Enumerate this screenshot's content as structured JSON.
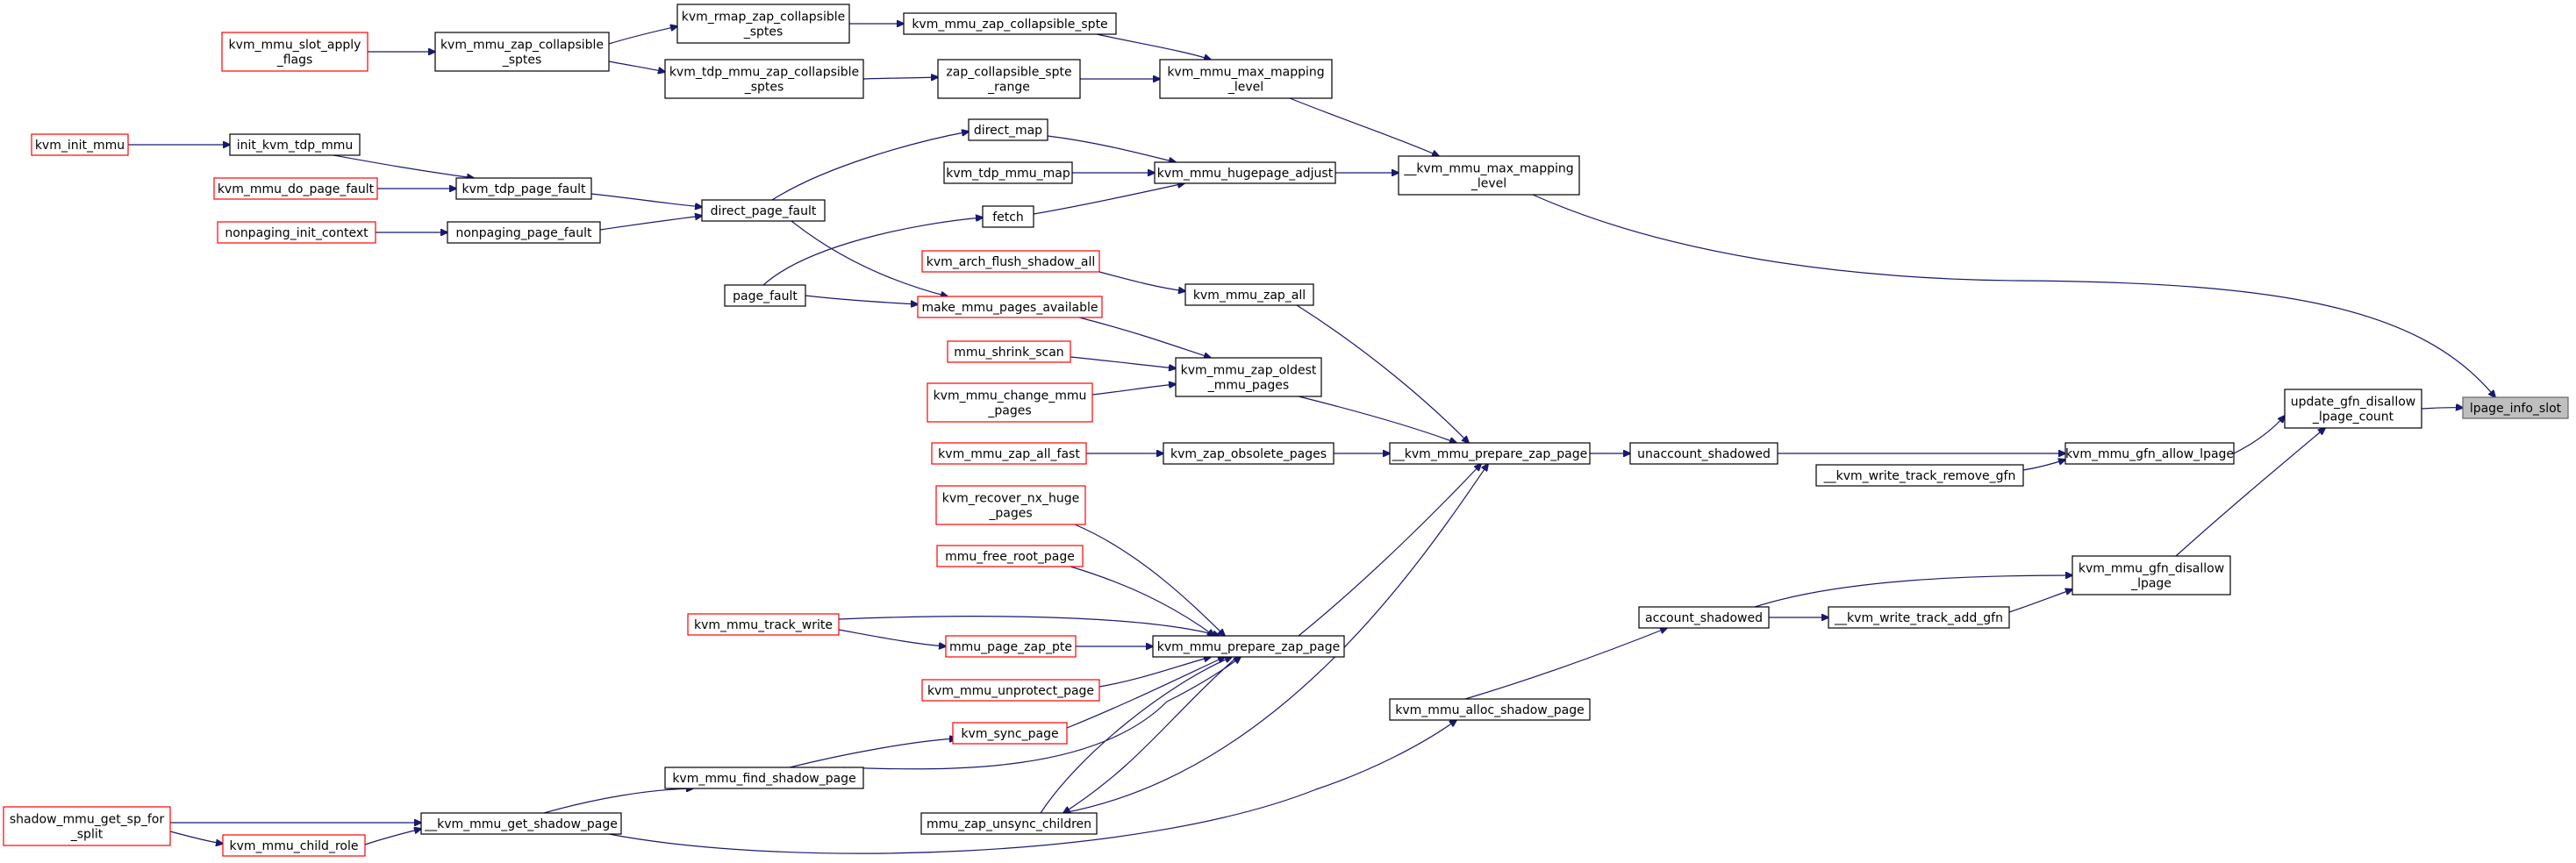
{
  "nodes": [
    {
      "id": "lpage_info_slot",
      "lines": [
        "lpage_info_slot"
      ],
      "style": "root"
    },
    {
      "id": "update_gfn_disallow_lpage_count",
      "lines": [
        "update_gfn_disallow",
        "_lpage_count"
      ],
      "style": "normal"
    },
    {
      "id": "kvm_mmu_gfn_allow_lpage",
      "lines": [
        "kvm_mmu_gfn_allow_lpage"
      ],
      "style": "normal"
    },
    {
      "id": "kvm_mmu_gfn_disallow_lpage",
      "lines": [
        "kvm_mmu_gfn_disallow",
        "_lpage"
      ],
      "style": "normal"
    },
    {
      "id": "__kvm_mmu_max_mapping_level",
      "lines": [
        "__kvm_mmu_max_mapping",
        "_level"
      ],
      "style": "normal"
    },
    {
      "id": "kvm_mmu_max_mapping_level",
      "lines": [
        "kvm_mmu_max_mapping",
        "_level"
      ],
      "style": "normal"
    },
    {
      "id": "kvm_mmu_hugepage_adjust",
      "lines": [
        "kvm_mmu_hugepage_adjust"
      ],
      "style": "normal"
    },
    {
      "id": "kvm_mmu_zap_collapsible_spte",
      "lines": [
        "kvm_mmu_zap_collapsible_spte"
      ],
      "style": "normal"
    },
    {
      "id": "zap_collapsible_spte_range",
      "lines": [
        "zap_collapsible_spte",
        "_range"
      ],
      "style": "normal"
    },
    {
      "id": "kvm_rmap_zap_collapsible_sptes",
      "lines": [
        "kvm_rmap_zap_collapsible",
        "_sptes"
      ],
      "style": "normal"
    },
    {
      "id": "kvm_tdp_mmu_zap_collapsible_sptes",
      "lines": [
        "kvm_tdp_mmu_zap_collapsible",
        "_sptes"
      ],
      "style": "normal"
    },
    {
      "id": "kvm_mmu_zap_collapsible_sptes",
      "lines": [
        "kvm_mmu_zap_collapsible",
        "_sptes"
      ],
      "style": "normal"
    },
    {
      "id": "kvm_mmu_slot_apply_flags",
      "lines": [
        "kvm_mmu_slot_apply",
        "_flags"
      ],
      "style": "red"
    },
    {
      "id": "direct_map",
      "lines": [
        "direct_map"
      ],
      "style": "normal"
    },
    {
      "id": "kvm_tdp_mmu_map",
      "lines": [
        "kvm_tdp_mmu_map"
      ],
      "style": "normal"
    },
    {
      "id": "fetch",
      "lines": [
        "fetch"
      ],
      "style": "normal"
    },
    {
      "id": "direct_page_fault",
      "lines": [
        "direct_page_fault"
      ],
      "style": "normal"
    },
    {
      "id": "page_fault",
      "lines": [
        "page_fault"
      ],
      "style": "normal"
    },
    {
      "id": "kvm_tdp_page_fault",
      "lines": [
        "kvm_tdp_page_fault"
      ],
      "style": "normal"
    },
    {
      "id": "nonpaging_page_fault",
      "lines": [
        "nonpaging_page_fault"
      ],
      "style": "normal"
    },
    {
      "id": "init_kvm_tdp_mmu",
      "lines": [
        "init_kvm_tdp_mmu"
      ],
      "style": "normal"
    },
    {
      "id": "kvm_init_mmu",
      "lines": [
        "kvm_init_mmu"
      ],
      "style": "red"
    },
    {
      "id": "kvm_mmu_do_page_fault",
      "lines": [
        "kvm_mmu_do_page_fault"
      ],
      "style": "red"
    },
    {
      "id": "nonpaging_init_context",
      "lines": [
        "nonpaging_init_context"
      ],
      "style": "red"
    },
    {
      "id": "unaccount_shadowed",
      "lines": [
        "unaccount_shadowed"
      ],
      "style": "normal"
    },
    {
      "id": "__kvm_write_track_remove_gfn",
      "lines": [
        "__kvm_write_track_remove_gfn"
      ],
      "style": "normal"
    },
    {
      "id": "__kvm_mmu_prepare_zap_page",
      "lines": [
        "__kvm_mmu_prepare_zap_page"
      ],
      "style": "normal"
    },
    {
      "id": "kvm_mmu_zap_all",
      "lines": [
        "kvm_mmu_zap_all"
      ],
      "style": "normal"
    },
    {
      "id": "kvm_mmu_zap_oldest_mmu_pages",
      "lines": [
        "kvm_mmu_zap_oldest",
        "_mmu_pages"
      ],
      "style": "normal"
    },
    {
      "id": "kvm_zap_obsolete_pages",
      "lines": [
        "kvm_zap_obsolete_pages"
      ],
      "style": "normal"
    },
    {
      "id": "kvm_mmu_prepare_zap_page",
      "lines": [
        "kvm_mmu_prepare_zap_page"
      ],
      "style": "normal"
    },
    {
      "id": "mmu_zap_unsync_children",
      "lines": [
        "mmu_zap_unsync_children"
      ],
      "style": "normal"
    },
    {
      "id": "kvm_arch_flush_shadow_all",
      "lines": [
        "kvm_arch_flush_shadow_all"
      ],
      "style": "red"
    },
    {
      "id": "make_mmu_pages_available",
      "lines": [
        "make_mmu_pages_available"
      ],
      "style": "red"
    },
    {
      "id": "mmu_shrink_scan",
      "lines": [
        "mmu_shrink_scan"
      ],
      "style": "red"
    },
    {
      "id": "kvm_mmu_change_mmu_pages",
      "lines": [
        "kvm_mmu_change_mmu",
        "_pages"
      ],
      "style": "red"
    },
    {
      "id": "kvm_mmu_zap_all_fast",
      "lines": [
        "kvm_mmu_zap_all_fast"
      ],
      "style": "red"
    },
    {
      "id": "kvm_recover_nx_huge_pages",
      "lines": [
        "kvm_recover_nx_huge",
        "_pages"
      ],
      "style": "red"
    },
    {
      "id": "mmu_free_root_page",
      "lines": [
        "mmu_free_root_page"
      ],
      "style": "red"
    },
    {
      "id": "kvm_mmu_track_write",
      "lines": [
        "kvm_mmu_track_write"
      ],
      "style": "red"
    },
    {
      "id": "mmu_page_zap_pte",
      "lines": [
        "mmu_page_zap_pte"
      ],
      "style": "red"
    },
    {
      "id": "kvm_mmu_unprotect_page",
      "lines": [
        "kvm_mmu_unprotect_page"
      ],
      "style": "red"
    },
    {
      "id": "kvm_sync_page",
      "lines": [
        "kvm_sync_page"
      ],
      "style": "red"
    },
    {
      "id": "kvm_mmu_find_shadow_page",
      "lines": [
        "kvm_mmu_find_shadow_page"
      ],
      "style": "normal"
    },
    {
      "id": "__kvm_mmu_get_shadow_page",
      "lines": [
        "__kvm_mmu_get_shadow_page"
      ],
      "style": "normal"
    },
    {
      "id": "kvm_mmu_child_role",
      "lines": [
        "kvm_mmu_child_role"
      ],
      "style": "red"
    },
    {
      "id": "shadow_mmu_get_sp_for_split",
      "lines": [
        "shadow_mmu_get_sp_for",
        "_split"
      ],
      "style": "red"
    },
    {
      "id": "kvm_mmu_alloc_shadow_page",
      "lines": [
        "kvm_mmu_alloc_shadow_page"
      ],
      "style": "normal"
    },
    {
      "id": "account_shadowed",
      "lines": [
        "account_shadowed"
      ],
      "style": "normal"
    },
    {
      "id": "__kvm_write_track_add_gfn",
      "lines": [
        "__kvm_write_track_add_gfn"
      ],
      "style": "normal"
    }
  ],
  "edges": [
    [
      "update_gfn_disallow_lpage_count",
      "lpage_info_slot"
    ],
    [
      "__kvm_mmu_max_mapping_level",
      "lpage_info_slot"
    ],
    [
      "kvm_mmu_gfn_allow_lpage",
      "update_gfn_disallow_lpage_count"
    ],
    [
      "kvm_mmu_gfn_disallow_lpage",
      "update_gfn_disallow_lpage_count"
    ],
    [
      "kvm_mmu_max_mapping_level",
      "__kvm_mmu_max_mapping_level"
    ],
    [
      "kvm_mmu_hugepage_adjust",
      "__kvm_mmu_max_mapping_level"
    ],
    [
      "kvm_mmu_zap_collapsible_spte",
      "kvm_mmu_max_mapping_level"
    ],
    [
      "zap_collapsible_spte_range",
      "kvm_mmu_max_mapping_level"
    ],
    [
      "kvm_rmap_zap_collapsible_sptes",
      "kvm_mmu_zap_collapsible_spte"
    ],
    [
      "kvm_tdp_mmu_zap_collapsible_sptes",
      "zap_collapsible_spte_range"
    ],
    [
      "kvm_mmu_zap_collapsible_sptes",
      "kvm_rmap_zap_collapsible_sptes"
    ],
    [
      "kvm_mmu_zap_collapsible_sptes",
      "kvm_tdp_mmu_zap_collapsible_sptes"
    ],
    [
      "kvm_mmu_slot_apply_flags",
      "kvm_mmu_zap_collapsible_sptes"
    ],
    [
      "direct_map",
      "kvm_mmu_hugepage_adjust"
    ],
    [
      "kvm_tdp_mmu_map",
      "kvm_mmu_hugepage_adjust"
    ],
    [
      "fetch",
      "kvm_mmu_hugepage_adjust"
    ],
    [
      "direct_page_fault",
      "direct_map"
    ],
    [
      "page_fault",
      "fetch"
    ],
    [
      "kvm_tdp_page_fault",
      "direct_page_fault"
    ],
    [
      "nonpaging_page_fault",
      "direct_page_fault"
    ],
    [
      "init_kvm_tdp_mmu",
      "kvm_tdp_page_fault"
    ],
    [
      "kvm_mmu_do_page_fault",
      "kvm_tdp_page_fault"
    ],
    [
      "kvm_init_mmu",
      "init_kvm_tdp_mmu"
    ],
    [
      "nonpaging_init_context",
      "nonpaging_page_fault"
    ],
    [
      "unaccount_shadowed",
      "kvm_mmu_gfn_allow_lpage"
    ],
    [
      "__kvm_write_track_remove_gfn",
      "kvm_mmu_gfn_allow_lpage"
    ],
    [
      "account_shadowed",
      "kvm_mmu_gfn_disallow_lpage"
    ],
    [
      "__kvm_write_track_add_gfn",
      "kvm_mmu_gfn_disallow_lpage"
    ],
    [
      "account_shadowed",
      "__kvm_write_track_add_gfn"
    ],
    [
      "__kvm_mmu_prepare_zap_page",
      "unaccount_shadowed"
    ],
    [
      "kvm_mmu_zap_all",
      "__kvm_mmu_prepare_zap_page"
    ],
    [
      "kvm_mmu_zap_oldest_mmu_pages",
      "__kvm_mmu_prepare_zap_page"
    ],
    [
      "kvm_zap_obsolete_pages",
      "__kvm_mmu_prepare_zap_page"
    ],
    [
      "kvm_mmu_prepare_zap_page",
      "__kvm_mmu_prepare_zap_page"
    ],
    [
      "mmu_zap_unsync_children",
      "__kvm_mmu_prepare_zap_page"
    ],
    [
      "kvm_arch_flush_shadow_all",
      "kvm_mmu_zap_all"
    ],
    [
      "make_mmu_pages_available",
      "kvm_mmu_zap_oldest_mmu_pages"
    ],
    [
      "mmu_shrink_scan",
      "kvm_mmu_zap_oldest_mmu_pages"
    ],
    [
      "kvm_mmu_change_mmu_pages",
      "kvm_mmu_zap_oldest_mmu_pages"
    ],
    [
      "direct_page_fault",
      "make_mmu_pages_available"
    ],
    [
      "page_fault",
      "make_mmu_pages_available"
    ],
    [
      "kvm_mmu_zap_all_fast",
      "kvm_zap_obsolete_pages"
    ],
    [
      "kvm_recover_nx_huge_pages",
      "kvm_mmu_prepare_zap_page"
    ],
    [
      "mmu_free_root_page",
      "kvm_mmu_prepare_zap_page"
    ],
    [
      "kvm_mmu_track_write",
      "kvm_mmu_prepare_zap_page"
    ],
    [
      "mmu_page_zap_pte",
      "kvm_mmu_prepare_zap_page"
    ],
    [
      "kvm_mmu_unprotect_page",
      "kvm_mmu_prepare_zap_page"
    ],
    [
      "kvm_sync_page",
      "kvm_mmu_prepare_zap_page"
    ],
    [
      "kvm_mmu_find_shadow_page",
      "kvm_mmu_prepare_zap_page"
    ],
    [
      "mmu_zap_unsync_children",
      "kvm_mmu_prepare_zap_page"
    ],
    [
      "kvm_mmu_prepare_zap_page",
      "mmu_zap_unsync_children"
    ],
    [
      "kvm_mmu_track_write",
      "mmu_page_zap_pte"
    ],
    [
      "kvm_mmu_find_shadow_page",
      "kvm_sync_page"
    ],
    [
      "__kvm_mmu_get_shadow_page",
      "kvm_mmu_find_shadow_page"
    ],
    [
      "__kvm_mmu_get_shadow_page",
      "kvm_mmu_alloc_shadow_page"
    ],
    [
      "kvm_mmu_child_role",
      "__kvm_mmu_get_shadow_page"
    ],
    [
      "shadow_mmu_get_sp_for_split",
      "__kvm_mmu_get_shadow_page"
    ],
    [
      "shadow_mmu_get_sp_for_split",
      "kvm_mmu_child_role"
    ],
    [
      "kvm_mmu_alloc_shadow_page",
      "account_shadowed"
    ]
  ],
  "colors": {
    "edge": "#191970",
    "node_border": "#000000",
    "root_border": "#666666",
    "red_border": "#ff0000",
    "root_fill": "#bfbfbf",
    "node_fill": "#ffffff",
    "text": "#000000"
  }
}
